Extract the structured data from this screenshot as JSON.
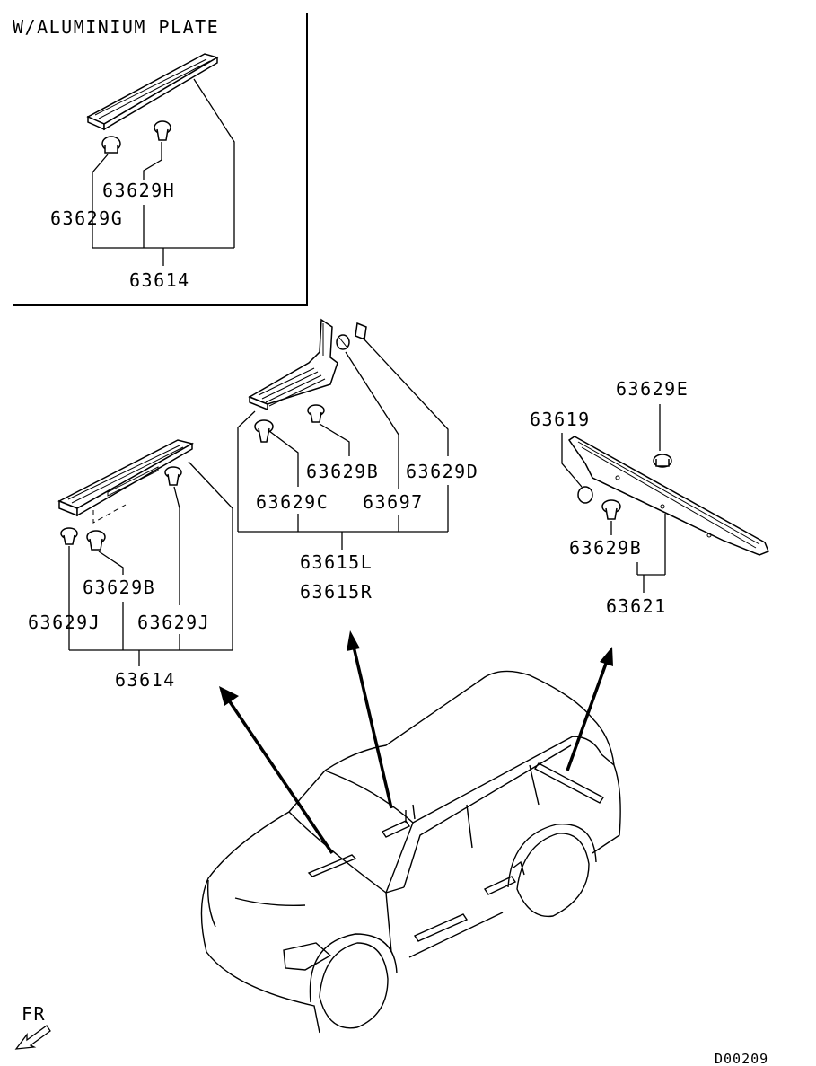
{
  "inset": {
    "title": "W/ALUMINIUM PLATE"
  },
  "labels": {
    "inset_clip_h": "63629H",
    "inset_clip_g": "63629G",
    "inset_plate": "63614",
    "front_clip_b": "63629B",
    "front_clip_j_left": "63629J",
    "front_clip_j_right": "63629J",
    "front_plate": "63614",
    "center_clip_b": "63629B",
    "center_clip_d": "63629D",
    "center_clip_c": "63629C",
    "center_part_63697": "63697",
    "center_plate_l": "63615L",
    "center_plate_r": "63615R",
    "rear_clip_e": "63629E",
    "rear_part_63619": "63619",
    "rear_clip_b": "63629B",
    "rear_plate": "63621"
  },
  "direction": {
    "front": "FR"
  },
  "diagram_code": "D00209"
}
